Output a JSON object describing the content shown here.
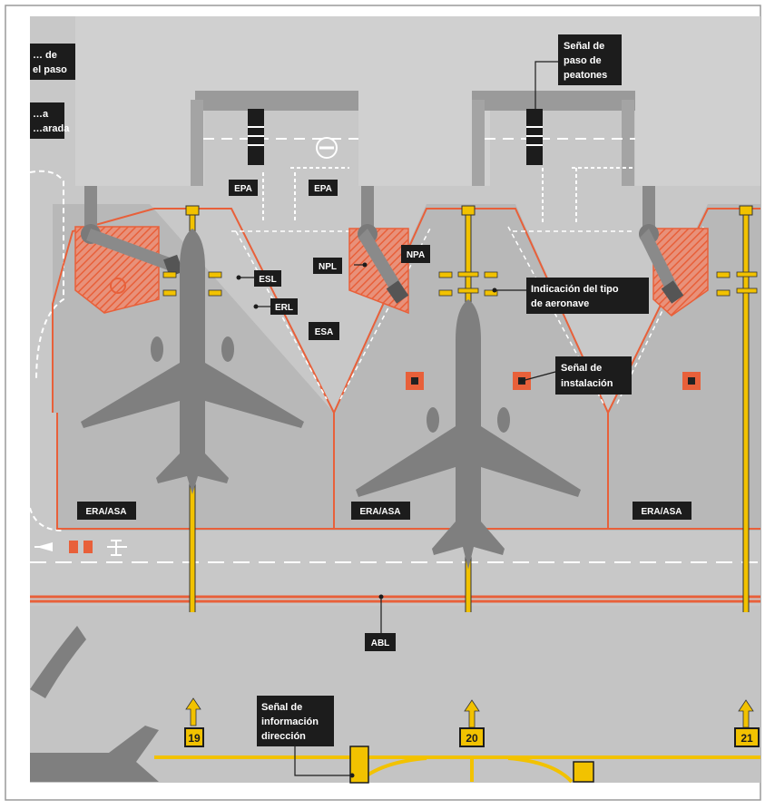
{
  "labels": {
    "senal_de_el_paso": [
      "… de",
      "el paso"
    ],
    "parada": [
      "…a",
      "…arada"
    ],
    "epa_left": "EPA",
    "epa_right": "EPA",
    "esl": "ESL",
    "erl": "ERL",
    "esa": "ESA",
    "npl": "NPL",
    "npa": "NPA",
    "peatones": [
      "Señal de",
      "paso de",
      "peatones"
    ],
    "tipo_aeronave": [
      "Indicación del tipo",
      "de aeronave"
    ],
    "instalacion": [
      "Señal de",
      "instalación"
    ],
    "era_asa_1": "ERA/ASA",
    "era_asa_2": "ERA/ASA",
    "era_asa_3": "ERA/ASA",
    "abl": "ABL",
    "info_direccion": [
      "Señal de",
      "información",
      "dirección"
    ]
  },
  "taxi_signs": [
    "19",
    "20",
    "21"
  ],
  "colors": {
    "pavement": "#c8c8c8",
    "apron": "#b5b5b5",
    "terminal": "#cdcdcd",
    "aircraft": "#808080",
    "red_line": "#e8603a",
    "yellow_line": "#f2c200",
    "label_bg": "#1c1c1c",
    "label_text": "#ffffff"
  }
}
